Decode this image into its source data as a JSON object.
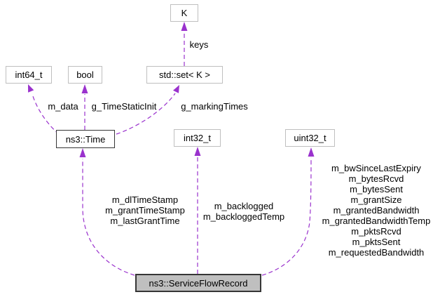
{
  "colors": {
    "edge": "#9a32cd",
    "box_border": "#bfbfbf",
    "dark_border": "#363636",
    "highlight_fill": "#bfbfbf",
    "text": "#000000",
    "background": "#ffffff"
  },
  "nodes": {
    "k": {
      "label": "K"
    },
    "int64_t": {
      "label": "int64_t"
    },
    "bool": {
      "label": "bool"
    },
    "std_set": {
      "label": "std::set< K >"
    },
    "ns3_time": {
      "label": "ns3::Time"
    },
    "int32_t": {
      "label": "int32_t"
    },
    "uint32_t": {
      "label": "uint32_t"
    },
    "service_flow_record": {
      "label": "ns3::ServiceFlowRecord"
    }
  },
  "edge_labels": {
    "keys": "keys",
    "m_data": "m_data",
    "g_time_static_init": "g_TimeStaticInit",
    "g_marking_times": "g_markingTimes",
    "time_members": [
      "m_dlTimeStamp",
      "m_grantTimeStamp",
      "m_lastGrantTime"
    ],
    "int32_members": [
      "m_backlogged",
      "m_backloggedTemp"
    ],
    "uint32_members": [
      "m_bwSinceLastExpiry",
      "m_bytesRcvd",
      "m_bytesSent",
      "m_grantSize",
      "m_grantedBandwidth",
      "m_grantedBandwidthTemp",
      "m_pktsRcvd",
      "m_pktsSent",
      "m_requestedBandwidth"
    ]
  }
}
